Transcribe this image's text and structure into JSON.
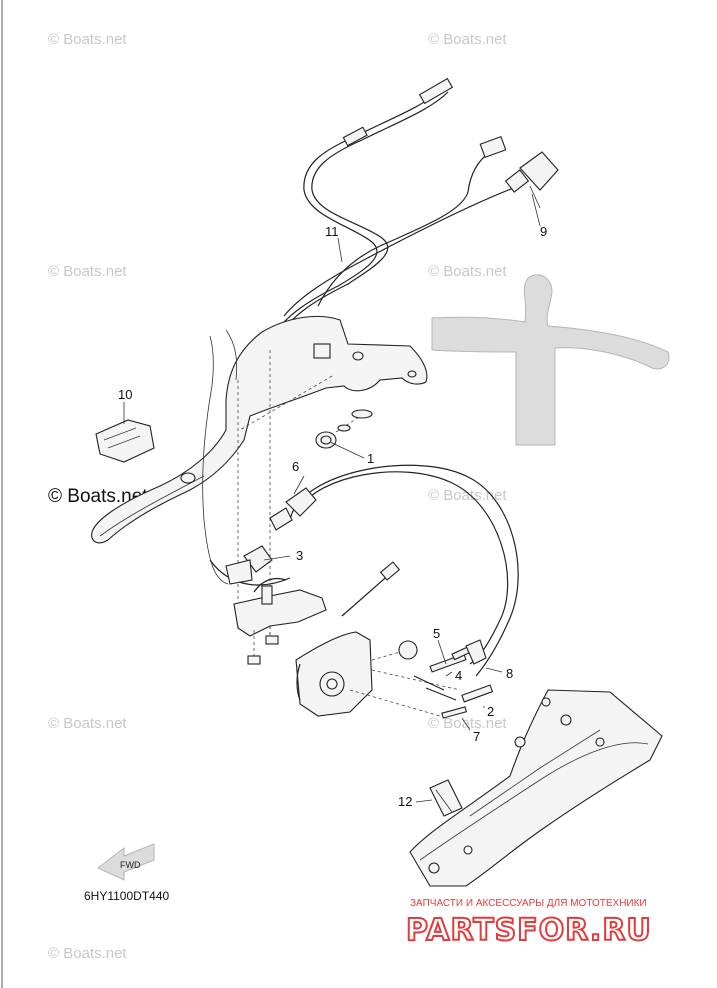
{
  "diagram": {
    "drawing_code": "6HY1100DT440",
    "fwd_label": "FWD",
    "callouts": [
      {
        "id": "1",
        "label": "1"
      },
      {
        "id": "2",
        "label": "2"
      },
      {
        "id": "3",
        "label": "3"
      },
      {
        "id": "4",
        "label": "4"
      },
      {
        "id": "5",
        "label": "5"
      },
      {
        "id": "6",
        "label": "6"
      },
      {
        "id": "7",
        "label": "7"
      },
      {
        "id": "8",
        "label": "8"
      },
      {
        "id": "9",
        "label": "9"
      },
      {
        "id": "10",
        "label": "10"
      },
      {
        "id": "11",
        "label": "11"
      },
      {
        "id": "12",
        "label": "12"
      }
    ]
  },
  "watermark": {
    "text": "© Boats.net"
  },
  "brand": {
    "tagline": "ЗАПЧАСТИ И АКСЕССУАРЫ ДЛЯ МОТОТЕХНИКИ",
    "name": "PARTSFOR.RU",
    "color": "#e23b3b"
  }
}
